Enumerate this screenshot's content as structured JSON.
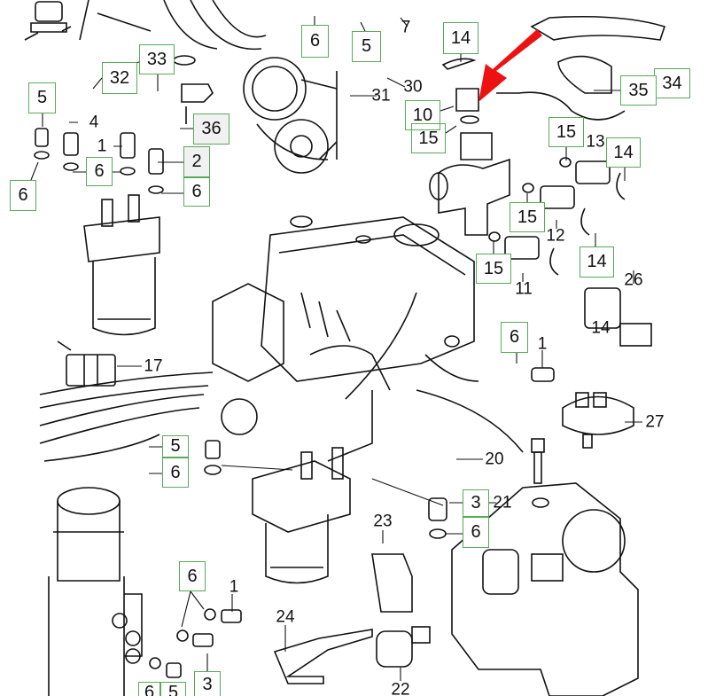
{
  "diagram": {
    "arrow_color": "#ee1111",
    "box_color": "#5aa95a",
    "boxed_callouts": [
      "6",
      "5",
      "14",
      "33",
      "32",
      "34",
      "35",
      "10",
      "15",
      "5",
      "36",
      "2",
      "6",
      "6",
      "6",
      "15",
      "14",
      "15",
      "15",
      "14",
      "6",
      "5",
      "6",
      "3",
      "6",
      "6",
      "3",
      "6",
      "5"
    ],
    "plain_callouts": [
      "7",
      "30",
      "31",
      "4",
      "1",
      "13",
      "12",
      "11",
      "26",
      "14",
      "1",
      "17",
      "27",
      "20",
      "21",
      "23",
      "1",
      "24",
      "22"
    ]
  }
}
